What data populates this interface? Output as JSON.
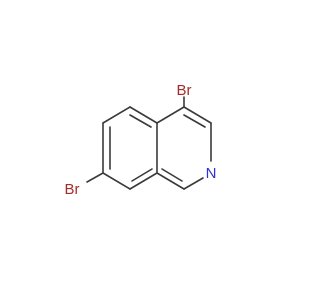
{
  "molecule": {
    "atoms": {
      "br_top": {
        "label": "Br",
        "color": "#a52a2a"
      },
      "br_left": {
        "label": "Br",
        "color": "#a52a2a"
      },
      "nitrogen": {
        "label": "N",
        "color": "#2f2fd8"
      }
    },
    "bond_color": "#3a3a3a",
    "background": "#ffffff"
  }
}
